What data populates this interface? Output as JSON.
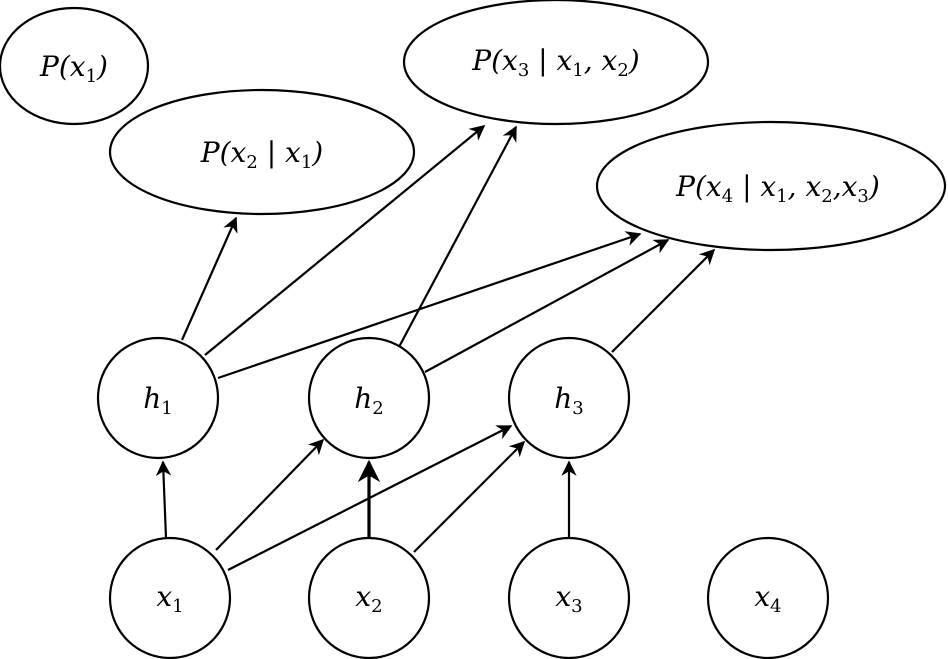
{
  "diagram": {
    "type": "directed-graph",
    "outputs": {
      "p1": {
        "prefix": "P(x",
        "idx": "1",
        "rest": ")"
      },
      "p2": {
        "prefix": "P(x",
        "idx": "2",
        "rest": " | x",
        "cond": "1",
        "close": ")"
      },
      "p3": {
        "prefix": "P(x",
        "idx": "3",
        "rest": " | x",
        "c1": "1",
        "mid": ", x",
        "c2": "2",
        "close": ")"
      },
      "p4": {
        "prefix": "P(x",
        "idx": "4",
        "rest": " | x",
        "c1": "1",
        "mid": ", x",
        "c2": "2",
        "mid2": ",x",
        "c3": "3",
        "close": ")"
      }
    },
    "hidden": [
      {
        "var": "h",
        "idx": "1"
      },
      {
        "var": "h",
        "idx": "2"
      },
      {
        "var": "h",
        "idx": "3"
      }
    ],
    "inputs": [
      {
        "var": "x",
        "idx": "1"
      },
      {
        "var": "x",
        "idx": "2"
      },
      {
        "var": "x",
        "idx": "3"
      },
      {
        "var": "x",
        "idx": "4"
      }
    ],
    "edges": [
      [
        "x1",
        "h1"
      ],
      [
        "x1",
        "h2"
      ],
      [
        "x1",
        "h3"
      ],
      [
        "x2",
        "h2"
      ],
      [
        "x2",
        "h3"
      ],
      [
        "x3",
        "h3"
      ],
      [
        "h1",
        "p2"
      ],
      [
        "h1",
        "p3"
      ],
      [
        "h1",
        "p4"
      ],
      [
        "h2",
        "p3"
      ],
      [
        "h2",
        "p4"
      ],
      [
        "h3",
        "p4"
      ]
    ]
  }
}
